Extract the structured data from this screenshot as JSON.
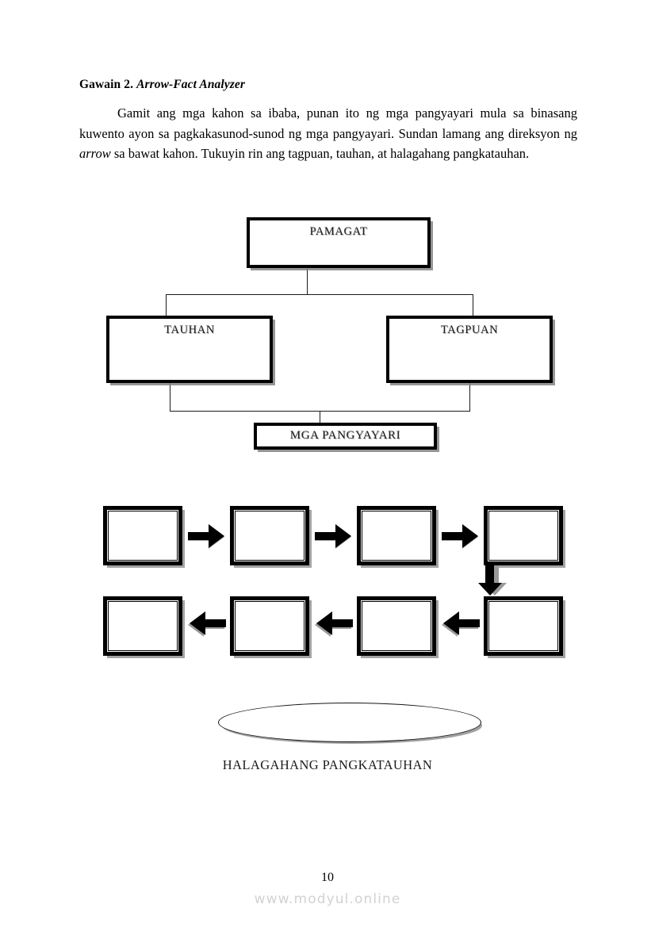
{
  "document": {
    "heading_prefix": "Gawain 2.",
    "heading_title": "Arrow-Fact Analyzer",
    "instructions_part1": "Gamit ang mga kahon sa ibaba, punan ito ng mga pangyayari mula sa binasang kuwento ayon sa pagkakasunod-sunod ng mga pangyayari. Sundan lamang ang direksyon ng ",
    "instructions_italic": "arrow",
    "instructions_part2": " sa bawat kahon. Tukuyin rin ang tagpuan, tauhan, at halagahang pangkatauhan."
  },
  "hierarchy": {
    "title_box": "PAMAGAT",
    "left_box": "TAUHAN",
    "right_box": "TAGPUAN",
    "bottom_box": "MGA PANGYAYARI"
  },
  "sequence": {
    "row1_boxes": [
      "",
      "",
      "",
      ""
    ],
    "row2_boxes": [
      "",
      "",
      "",
      ""
    ],
    "row1_arrow_direction": "right",
    "row2_arrow_direction": "left",
    "connector_arrow_direction": "down"
  },
  "values": {
    "ellipse_label": "HALAGAHANG PANGKATAUHAN"
  },
  "footer": {
    "page_number": "10",
    "watermark": "www.modyul.online"
  },
  "colors": {
    "ink": "#000000",
    "shadow": "#8c8c8c",
    "watermark": "#d2d2d2",
    "paper": "#ffffff"
  }
}
